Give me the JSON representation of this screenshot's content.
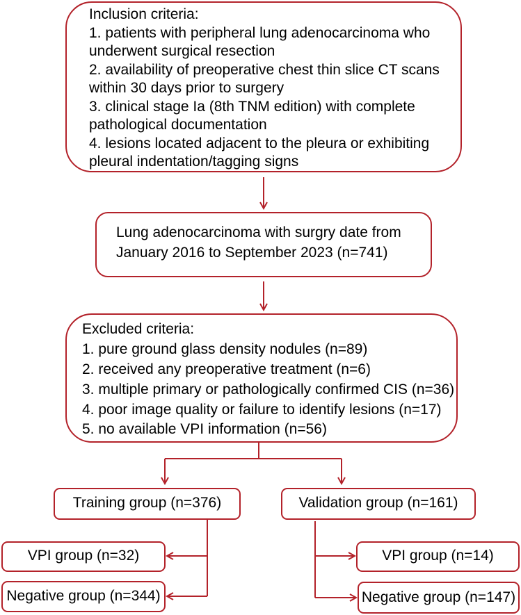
{
  "inclusion": {
    "title": "Inclusion criteria:",
    "lines": [
      "1. patients with peripheral lung adenocarcinoma who",
      "underwent surgical resection",
      "2. availability of preoperative chest thin slice CT scans",
      "within 30 days prior to surgery",
      "3. clinical stage Ia (8th TNM edition) with complete",
      "pathological documentation",
      "4. lesions located adjacent to the pleura or exhibiting",
      "pleural indentation/tagging signs"
    ]
  },
  "cohort": {
    "line1": "Lung adenocarcinoma with surgry date from",
    "line2": "January 2016 to September 2023 (n=741)"
  },
  "exclusion": {
    "title": "Excluded criteria:",
    "lines": [
      "1. pure ground glass density nodules (n=89)",
      "2. received any preoperative treatment (n=6)",
      "3. multiple primary or pathologically confirmed CIS (n=36)",
      "4. poor image quality or failure to identify lesions (n=17)",
      "5. no available VPI information (n=56)"
    ]
  },
  "training": {
    "label": "Training group (n=376)",
    "vpi": "VPI group (n=32)",
    "negative": "Negative group (n=344)"
  },
  "validation": {
    "label": "Validation group (n=161)",
    "vpi": "VPI group (n=14)",
    "negative": "Negative group (n=147)"
  },
  "colors": {
    "border": "#b3222a",
    "text": "#000000"
  }
}
